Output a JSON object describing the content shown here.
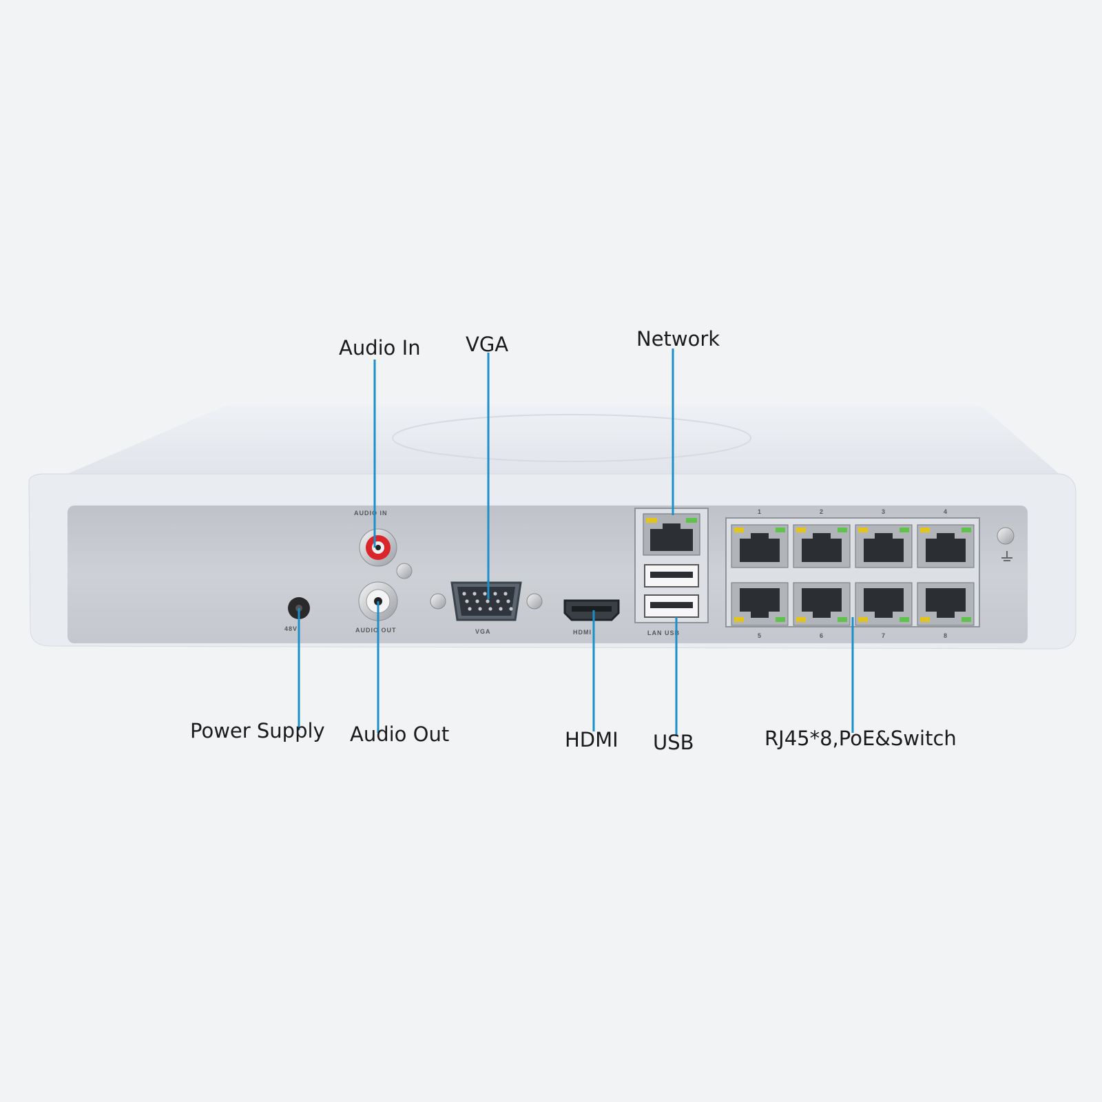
{
  "callouts": {
    "audio_in": "Audio In",
    "vga": "VGA",
    "network": "Network",
    "power_supply": "Power Supply",
    "audio_out": "Audio Out",
    "hdmi": "HDMI",
    "usb": "USB",
    "rj45": "RJ45*8,PoE&Switch"
  },
  "panel_labels": {
    "audio_in": "AUDIO IN",
    "audio_out": "AUDIO OUT",
    "vga": "VGA",
    "hdmi": "HDMI",
    "lan_usb": "LAN USB",
    "power": "48V",
    "ports_top": [
      "1",
      "2",
      "3",
      "4"
    ],
    "ports_bottom": [
      "5",
      "6",
      "7",
      "8"
    ]
  },
  "colors": {
    "background": "#f2f3f5",
    "leader_line": "#1b8fc9",
    "chassis": "#e6eaf0",
    "rear_panel": "#c9cdd3",
    "audio_in_ring": "#d8262a",
    "led_yellow": "#e2c41c",
    "led_green": "#5fc24a"
  }
}
